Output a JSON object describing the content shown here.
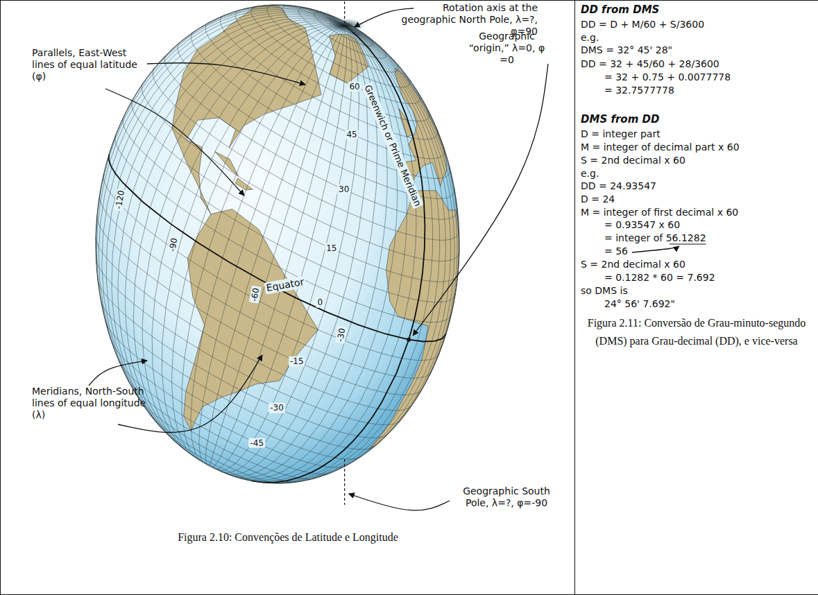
{
  "diagram": {
    "nodes": [
      {
        "text": [
          "Figura 2.10: Convenções de Latitude e Longitude"
        ]
      },
      {
        "text": [
          "DD from DMS",
          "DD = D + M/60 + S/3600",
          "e.g.",
          "DMS = 32° 45' 28\"",
          "DD = 32 + 45/60 + 28/3600",
          "= 32 + 0.75 + 0.0077778",
          "= 32.7577778",
          "DMS from DD",
          "D = integer part",
          "M = integer of decimal part x 60",
          "S = 2nd decimal x 60",
          "e.g.",
          "DD = 24.93547",
          "D = 24",
          "M = integer of first decimal x 60",
          "= 0.93547 x 60",
          "= integer of 56.1282",
          "= 56",
          "S = 2nd decimal x 60",
          "= 0.1282 * 60 = 7.692",
          "so DMS is",
          "24° 56' 7.692\"",
          "Figura 2.11: Conversão de Grau-minuto-segundo (DMS) para Grau-decimal (DD), e vice-versa"
        ]
      }
    ],
    "labels": [
      "Rotation axis at the geographic North Pole, λ=?, φ=90",
      "Parallels, East-West lines of equal latitude (φ)",
      "Geographic “origin,” λ=0, φ =0",
      "Greenwich or Prime Meridian",
      "Equator",
      "60",
      "45",
      "30",
      "15",
      "0",
      "-15",
      "-30",
      "-45",
      "-120",
      "-90",
      "-60",
      "-30",
      "Meridians, North-South lines of equal longitude (λ)",
      "Geographic South Pole, λ=?, φ=-90"
    ]
  }
}
